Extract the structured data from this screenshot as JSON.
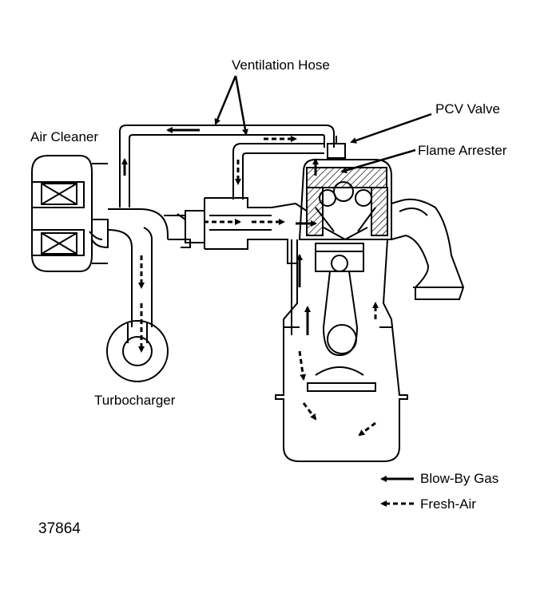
{
  "labels": {
    "ventilation_hose": "Ventilation Hose",
    "pcv_valve": "PCV Valve",
    "flame_arrester": "Flame Arrester",
    "air_cleaner": "Air Cleaner",
    "turbocharger": "Turbocharger"
  },
  "legend": {
    "blow_by": "Blow-By Gas",
    "fresh_air": "Fresh-Air"
  },
  "figure_number": "37864",
  "colors": {
    "ink": "#000000",
    "paper": "#ffffff"
  }
}
